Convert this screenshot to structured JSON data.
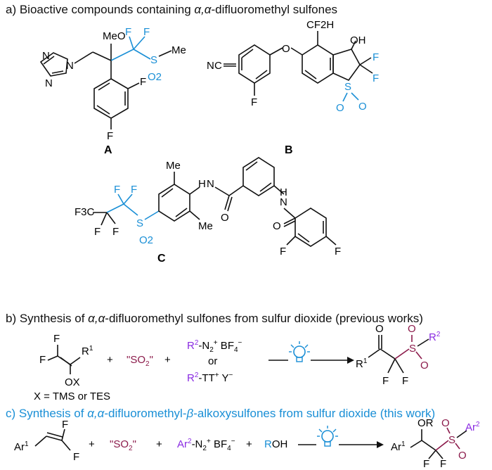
{
  "sections": {
    "a": {
      "title_prefix": "a) Bioactive compounds containing ",
      "greek": "α,α",
      "title_suffix": "-difluoromethyl sulfones"
    },
    "b": {
      "title_prefix": "b) Synthesis of ",
      "greek": "α,α",
      "title_suffix": "-difluoromethyl sulfones from sulfur dioxide (previous works)"
    },
    "c": {
      "title_prefix": "c) Synthesis of ",
      "greek": "α,α",
      "title_mid": "-difluoromethyl-",
      "beta": "β",
      "title_suffix": "-alkoxysulfones from sulfur dioxide (this work)"
    }
  },
  "compounds": {
    "A": {
      "label": "A",
      "atoms": [
        "N",
        "N",
        "N",
        "MeO",
        "F",
        "F",
        "S",
        "Me",
        "O2",
        "F",
        "F"
      ]
    },
    "B": {
      "label": "B",
      "atoms": [
        "N",
        "C",
        "O",
        "CF2H",
        "OH",
        "F",
        "F",
        "S",
        "O",
        "O",
        "F"
      ]
    },
    "C": {
      "label": "C",
      "atoms": [
        "Me",
        "Me",
        "H",
        "N",
        "O",
        "N",
        "H",
        "O",
        "F3C",
        "F",
        "F",
        "F",
        "F",
        "S",
        "O2",
        "F",
        "F"
      ]
    }
  },
  "scheme_b": {
    "reagent1": {
      "F_top": "F",
      "F_left": "F",
      "R": "R",
      "R_sup": "1",
      "OX": "OX"
    },
    "x_note": "X = TMS or TES",
    "plus": "+",
    "so2": "\"SO",
    "so2_sub": "2",
    "so2_end": "\"",
    "diazonium": {
      "R": "R",
      "sup": "2",
      "dash": "-N",
      "sub": "2",
      "charge": "+",
      "bf": " BF",
      "bf_sub": "4",
      "minus": "−"
    },
    "or": "or",
    "thianthrenium": {
      "R": "R",
      "sup": "2",
      "rest": "-TT",
      "charge": "+",
      "y": " Y",
      "minus": "−"
    },
    "product": {
      "O": "O",
      "R1": "R",
      "R1_sup": "1",
      "S": "S",
      "O_a": "O",
      "O_b": "O",
      "R2": "R",
      "R2_sup": "2",
      "F1": "F",
      "F2": "F"
    }
  },
  "scheme_c": {
    "reagent1": {
      "Ar": "Ar",
      "Ar_sup": "1",
      "F_top": "F",
      "F_bot": "F"
    },
    "plus": "+",
    "so2": "\"SO",
    "so2_sub": "2",
    "so2_end": "\"",
    "diazonium": {
      "Ar": "Ar",
      "sup": "2",
      "dash": "-N",
      "sub": "2",
      "charge": "+",
      "bf": " BF",
      "bf_sub": "4",
      "minus": "−"
    },
    "alcohol_R": "R",
    "alcohol_OH": "OH",
    "product": {
      "OR": "OR",
      "Ar1": "Ar",
      "Ar1_sup": "1",
      "S": "S",
      "O": "O",
      "O2": "O",
      "Ar2": "Ar",
      "Ar2_sup": "2",
      "F1": "F",
      "F2": "F"
    }
  },
  "colors": {
    "blue": "#1a8fd6",
    "maroon": "#8b1a4a",
    "purple": "#8a2be2",
    "black": "#111111"
  },
  "icons": [
    "lightbulb-icon",
    "reaction-arrow-icon"
  ]
}
